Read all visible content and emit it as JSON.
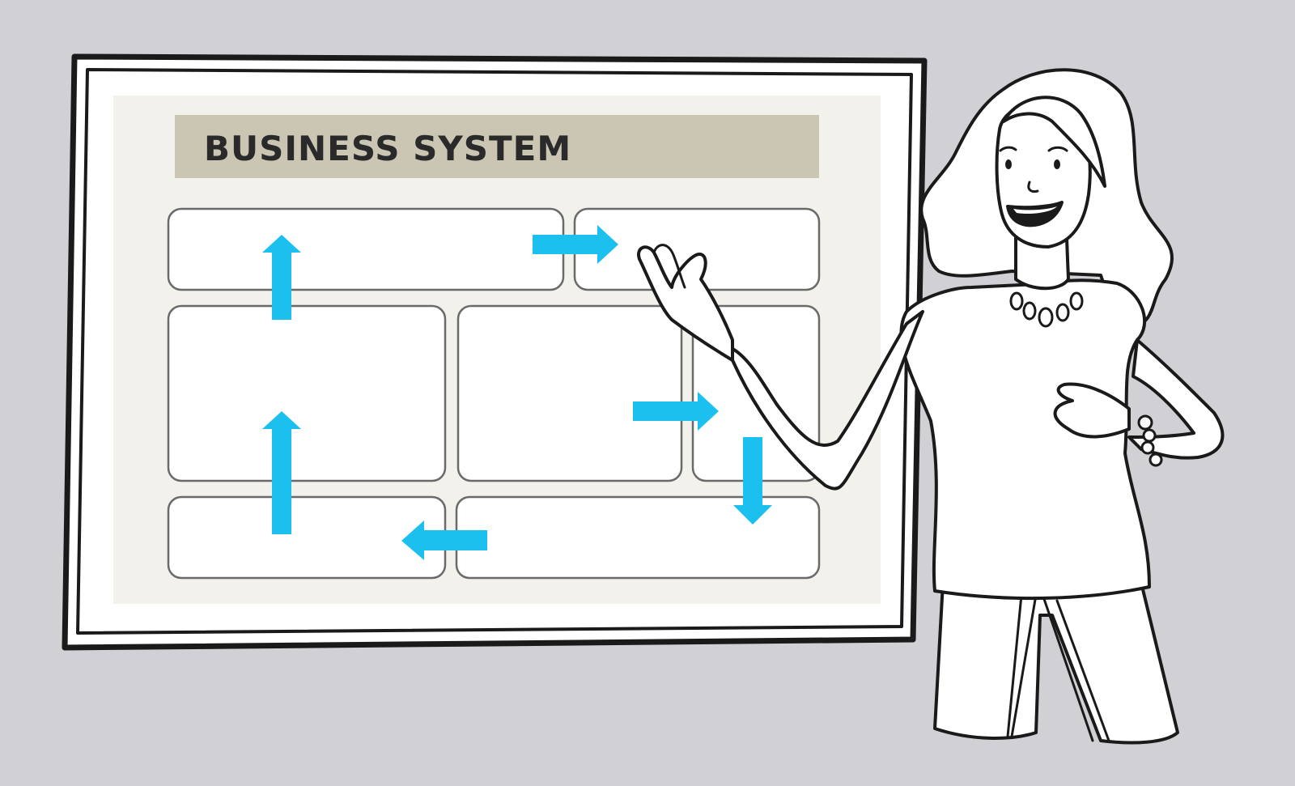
{
  "board": {
    "title": "BUSINESS SYSTEM"
  },
  "colors": {
    "background": "#d0d0d5",
    "board_inner": "#f3f1ec",
    "title_bar": "#cbc5b3",
    "arrow": "#1cc0ef",
    "ink": "#1a1a1a"
  },
  "diagram": {
    "arrow_directions": [
      "up",
      "right",
      "up",
      "right",
      "down",
      "left"
    ]
  }
}
